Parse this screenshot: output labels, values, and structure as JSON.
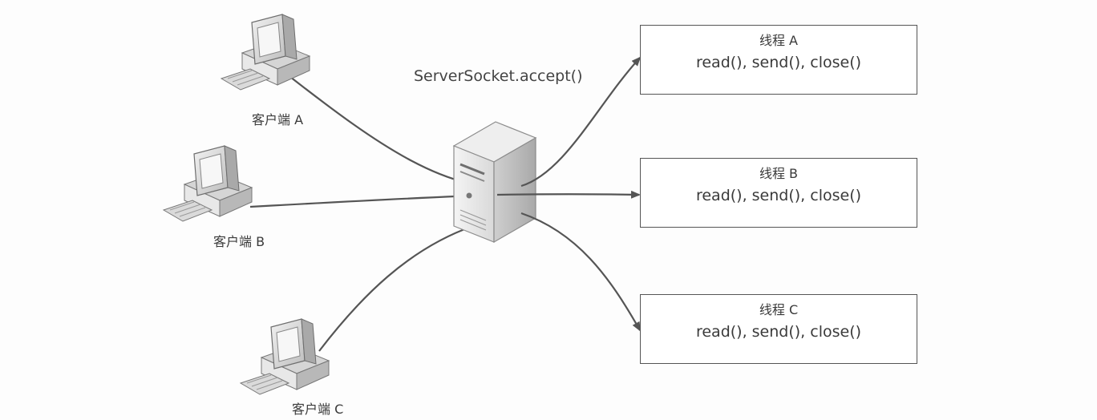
{
  "server": {
    "accept_label": "ServerSocket.accept()"
  },
  "clients": [
    {
      "label": "客户端 A"
    },
    {
      "label": "客户端 B"
    },
    {
      "label": "客户端 C"
    }
  ],
  "threads": [
    {
      "title": "线程 A",
      "ops": "read(), send(), close()"
    },
    {
      "title": "线程 B",
      "ops": "read(), send(), close()"
    },
    {
      "title": "线程 C",
      "ops": "read(), send(), close()"
    }
  ]
}
